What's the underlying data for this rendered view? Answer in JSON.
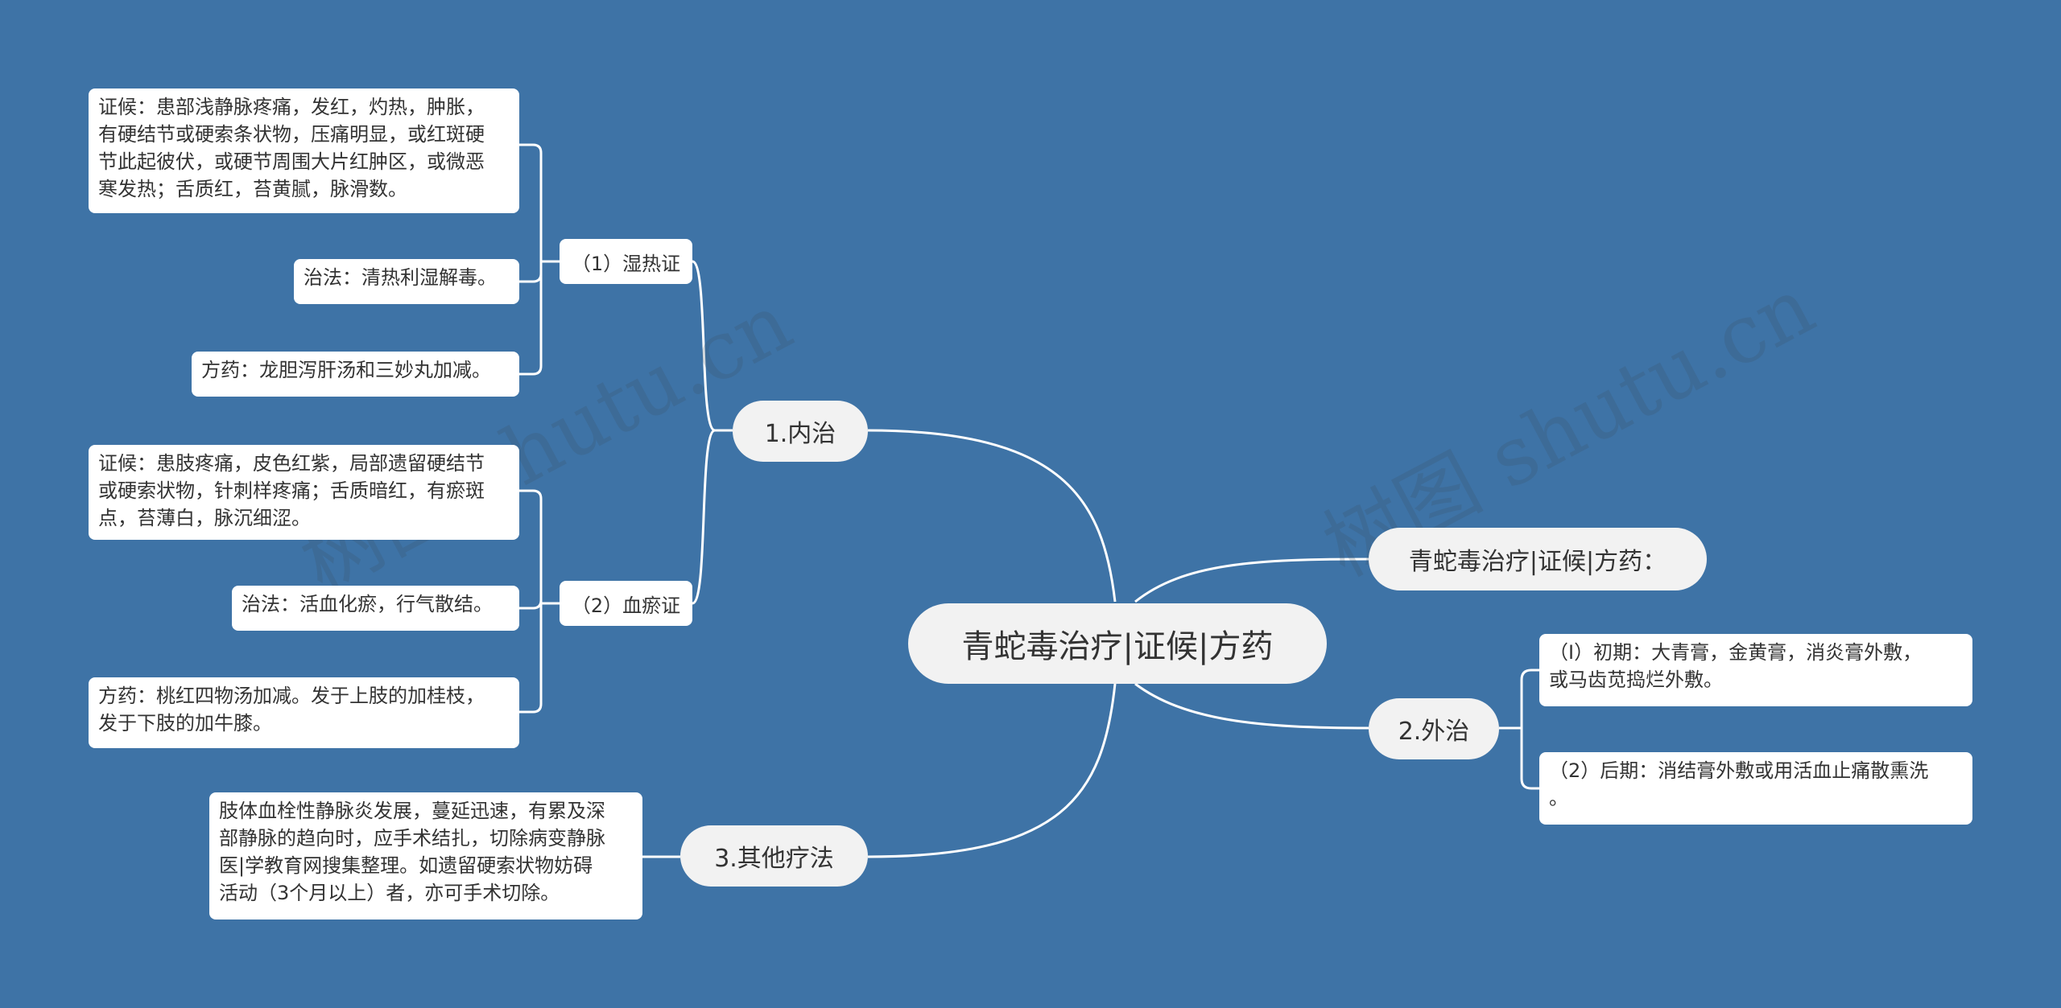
{
  "root": {
    "label": "青蛇毒治疗|证候|方药"
  },
  "branches": {
    "internal": {
      "label": "1.内治"
    },
    "external": {
      "label": "2.外治"
    },
    "other": {
      "label": "3.其他疗法"
    },
    "intro": {
      "label": "青蛇毒治疗|证候|方药："
    }
  },
  "internal": {
    "damp_heat": {
      "label": "（1）湿热证",
      "symptoms": "证候：患部浅静脉疼痛，发红，灼热，肿胀，\n有硬结节或硬索条状物，压痛明显，或红斑硬\n节此起彼伏，或硬节周围大片红肿区，或微恶\n寒发热；舌质红，苔黄腻，脉滑数。",
      "method": "治法：清热利湿解毒。",
      "formula": "方药：龙胆泻肝汤和三妙丸加减。"
    },
    "blood_stasis": {
      "label": "（2）血瘀证",
      "symptoms": "证候：患肢疼痛，皮色红紫，局部遗留硬结节\n或硬索状物，针刺样疼痛；舌质暗红，有瘀斑\n点，苔薄白，脉沉细涩。",
      "method": "治法：活血化瘀，行气散结。",
      "formula": "方药：桃红四物汤加减。发于上肢的加桂枝，\n发于下肢的加牛膝。"
    }
  },
  "external": {
    "early": "（Ⅰ）初期：大青膏，金黄膏，消炎膏外敷，\n或马齿苋捣烂外敷。",
    "late": "（2）后期：消结膏外敷或用活血止痛散熏洗\n。"
  },
  "other": {
    "surgery": "肢体血栓性静脉炎发展，蔓延迅速，有累及深\n部静脉的趋向时，应手术结扎，切除病变静脉\n医|学教育网搜集整理。如遗留硬索状物妨碍\n活动（3个月以上）者，亦可手术切除。"
  },
  "watermarks": [
    "树图 shutu.cn",
    "树图 shutu.cn"
  ],
  "colors": {
    "background": "#3e73a6",
    "node": "#f2f2f2",
    "leaf": "#ffffff",
    "line": "#ffffff"
  }
}
